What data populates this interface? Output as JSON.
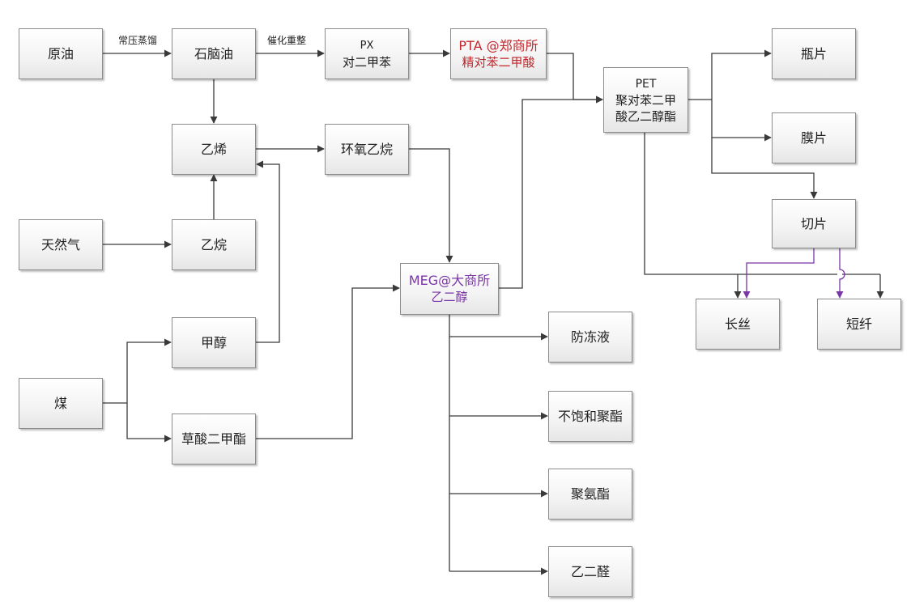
{
  "nodes": {
    "crude_oil": "原油",
    "naphtha": "石脑油",
    "px": [
      "PX",
      "对二甲苯"
    ],
    "pta": [
      "PTA @郑商所",
      "精对苯二甲酸"
    ],
    "pet": [
      "PET",
      "聚对苯二甲",
      "酸乙二醇酯"
    ],
    "bottle_chips": "瓶片",
    "film_chips": "膜片",
    "slices": "切片",
    "ethylene": "乙烯",
    "ethylene_oxide": "环氧乙烷",
    "natural_gas": "天然气",
    "ethane": "乙烷",
    "meg": [
      "MEG@大商所",
      "乙二醇"
    ],
    "filament": "长丝",
    "staple_fiber": "短纤",
    "methanol": "甲醇",
    "coal": "煤",
    "dimethyl_oxalate": "草酸二甲酯",
    "antifreeze": "防冻液",
    "unsaturated_polyester": "不饱和聚酯",
    "polyurethane": "聚氨酯",
    "glyoxal": "乙二醛"
  },
  "edge_labels": {
    "atmospheric_distillation": "常压蒸馏",
    "catalytic_reforming": "催化重整"
  },
  "colors": {
    "line": "#3a3a3a",
    "highlight_red": "#c0282d",
    "highlight_purple": "#7a35a6",
    "box_border": "#8c8c8c"
  }
}
